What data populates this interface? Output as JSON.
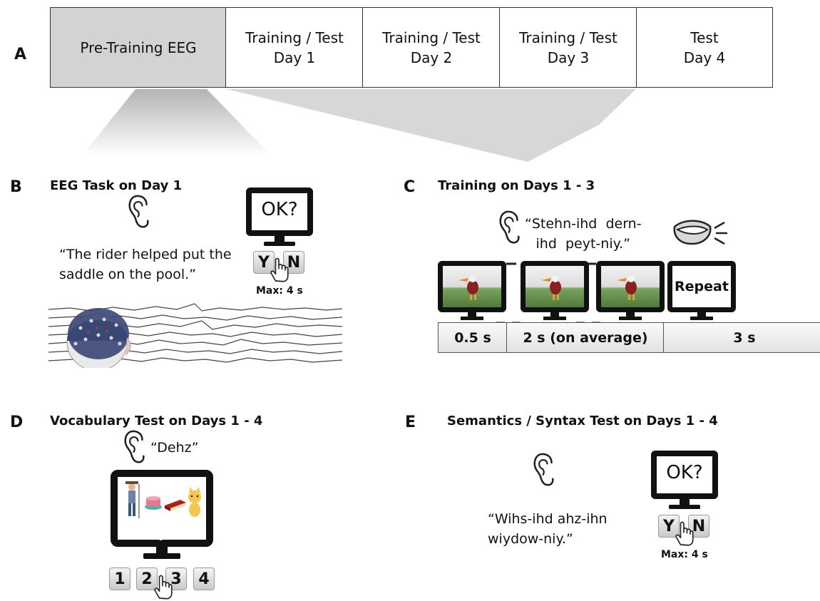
{
  "panels": {
    "a": {
      "letter": "A"
    },
    "b": {
      "letter": "B",
      "title": "EEG Task on Day 1",
      "quote_line1": "“The rider helped put the",
      "quote_line2": "saddle on the pool.”",
      "screen_text": "OK?",
      "key_y": "Y",
      "key_n": "N",
      "max_label": "Max: 4 s"
    },
    "c": {
      "letter": "C",
      "title": "Training on Days 1 - 3",
      "quote_line1": "“Stehn-ihd  dern-",
      "quote_line2": "ihd  peyt-niy.”",
      "repeat_label": "Repeat",
      "time_cells": [
        "0.5 s",
        "2 s (on average)",
        "3 s"
      ]
    },
    "d": {
      "letter": "D",
      "title": "Vocabulary Test on Days 1 - 4",
      "quote": "“Dehz”",
      "keys": [
        "1",
        "2",
        "3",
        "4"
      ]
    },
    "e": {
      "letter": "E",
      "title": "Semantics / Syntax Test on Days 1 - 4",
      "quote_line1": "“Wihs-ihd ahz-ihn",
      "quote_line2": "wiydow-niy.”",
      "screen_text": "OK?",
      "key_y": "Y",
      "key_n": "N",
      "max_label": "Max: 4 s"
    }
  },
  "timeline": [
    {
      "line1": "Pre-Training EEG",
      "line2": ""
    },
    {
      "line1": "Training / Test",
      "line2": "Day 1"
    },
    {
      "line1": "Training / Test",
      "line2": "Day 2"
    },
    {
      "line1": "Training / Test",
      "line2": "Day 3"
    },
    {
      "line1": "Test",
      "line2": "Day 4"
    }
  ],
  "colors": {
    "pre_training_fill": "#d3d3d3",
    "monitor": "#111111",
    "screen_green": "#6e9a52",
    "eeg_cap": "#3a4775"
  }
}
